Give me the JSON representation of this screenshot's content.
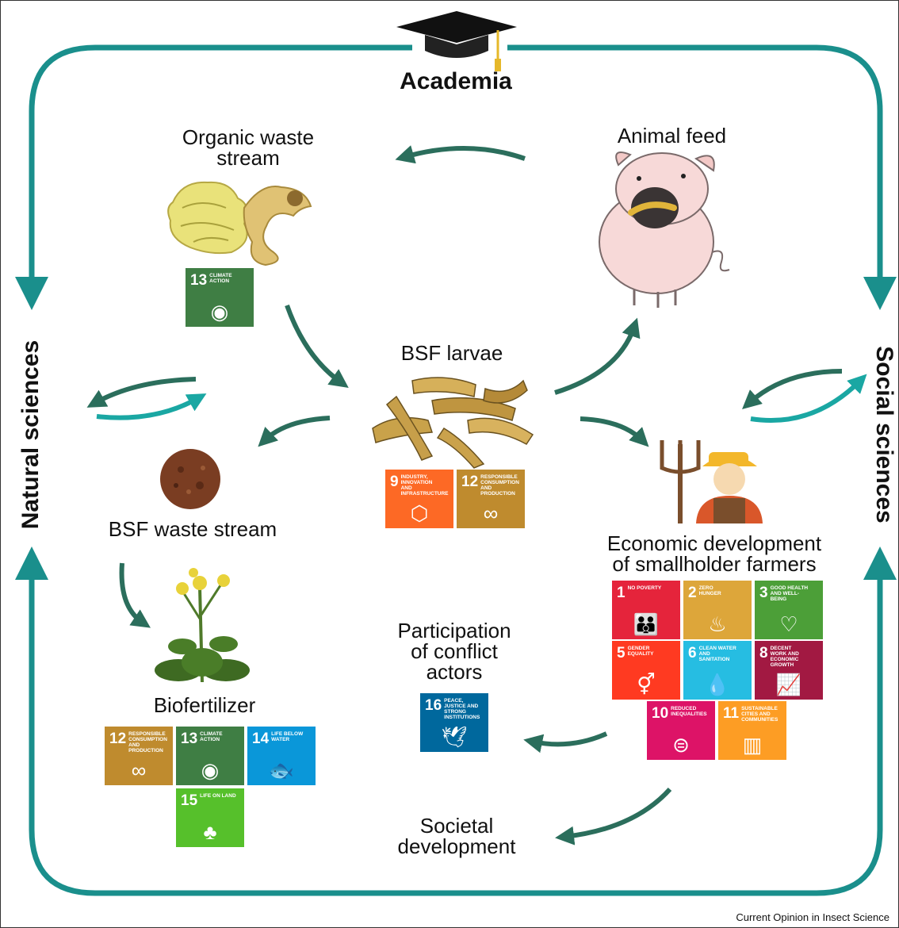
{
  "labels": {
    "academia": "Academia",
    "natural_sciences": "Natural sciences",
    "social_sciences": "Social sciences",
    "organic_waste": "Organic waste\nstream",
    "animal_feed": "Animal feed",
    "bsf_larvae": "BSF larvae",
    "bsf_waste": "BSF waste stream",
    "biofertilizer": "Biofertilizer",
    "economic_dev": "Economic development\nof smallholder farmers",
    "participation": "Participation\nof conflict\nactors",
    "societal_dev": "Societal\ndevelopment",
    "credit": "Current Opinion in Insect Science"
  },
  "sdg": {
    "s1": {
      "num": "1",
      "title": "No poverty",
      "color": "#e5243b",
      "icon": "👪"
    },
    "s2": {
      "num": "2",
      "title": "Zero hunger",
      "color": "#dda63a",
      "icon": "♨"
    },
    "s3": {
      "num": "3",
      "title": "Good health and well-being",
      "color": "#4c9f38",
      "icon": "♡"
    },
    "s5": {
      "num": "5",
      "title": "Gender equality",
      "color": "#ff3a21",
      "icon": "⚥"
    },
    "s6": {
      "num": "6",
      "title": "Clean water and sanitation",
      "color": "#26bde2",
      "icon": "💧"
    },
    "s8": {
      "num": "8",
      "title": "Decent work and economic growth",
      "color": "#a21942",
      "icon": "📈"
    },
    "s9": {
      "num": "9",
      "title": "Industry, innovation and infrastructure",
      "color": "#fd6925",
      "icon": "⬡"
    },
    "s10": {
      "num": "10",
      "title": "Reduced inequalities",
      "color": "#dd1367",
      "icon": "⊜"
    },
    "s11": {
      "num": "11",
      "title": "Sustainable cities and communities",
      "color": "#fd9d24",
      "icon": "▥"
    },
    "s12": {
      "num": "12",
      "title": "Responsible consumption and production",
      "color": "#bf8b2e",
      "icon": "∞"
    },
    "s13": {
      "num": "13",
      "title": "Climate action",
      "color": "#3f7e44",
      "icon": "◉"
    },
    "s14": {
      "num": "14",
      "title": "Life below water",
      "color": "#0a97d9",
      "icon": "🐟"
    },
    "s15": {
      "num": "15",
      "title": "Life on land",
      "color": "#56c02b",
      "icon": "♣"
    },
    "s16": {
      "num": "16",
      "title": "Peace, justice and strong institutions",
      "color": "#00689d",
      "icon": "🕊"
    }
  },
  "colors": {
    "outer_arrow": "#1a8f8c",
    "inner_arrow": "#2b6e5c",
    "teal_arrow": "#1aa7a3"
  }
}
